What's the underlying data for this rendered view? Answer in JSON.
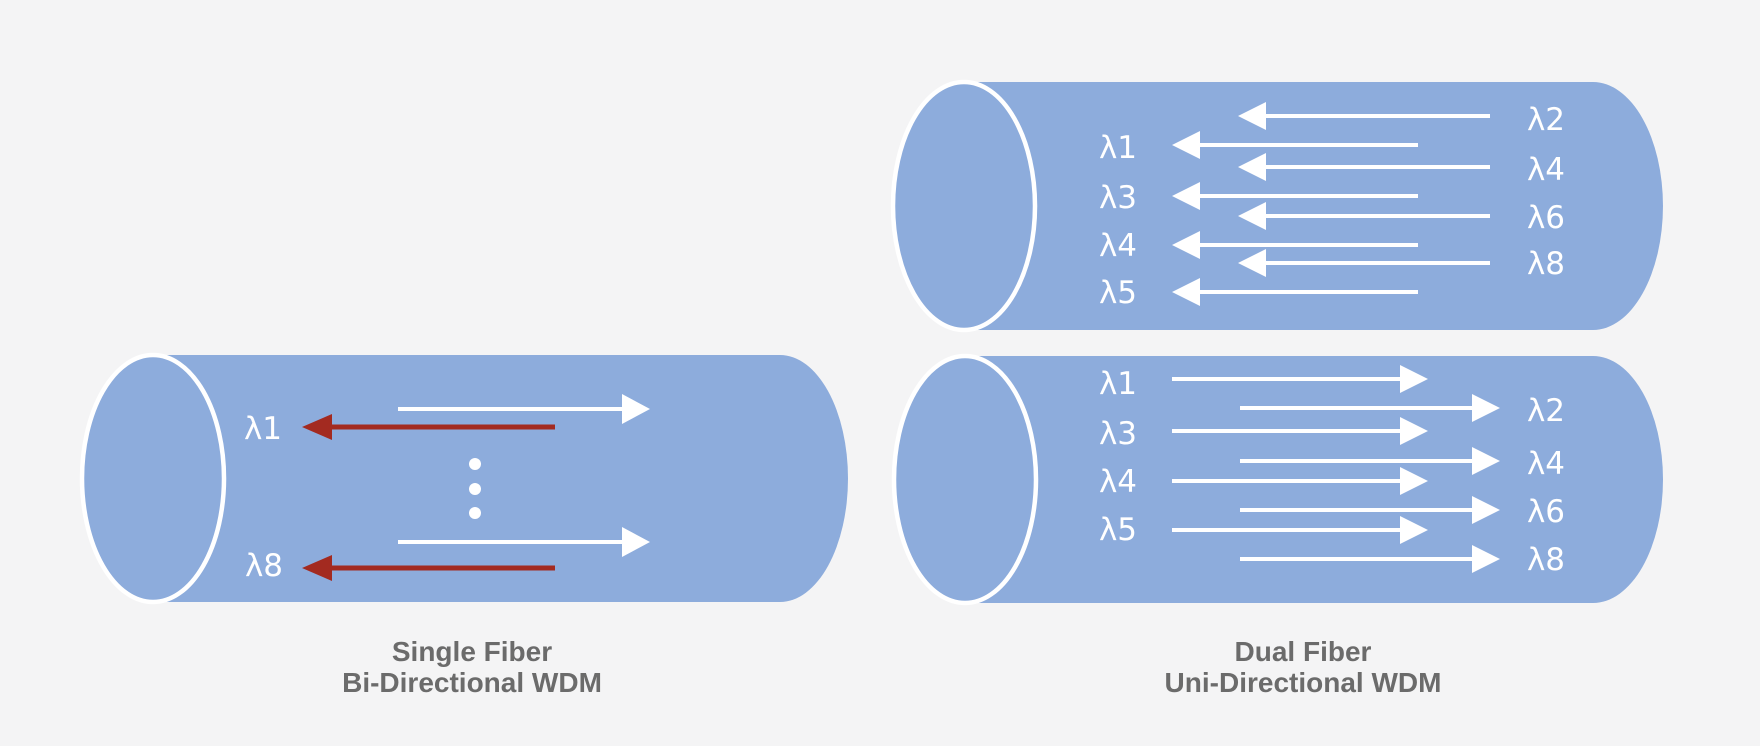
{
  "colors": {
    "background": "#f4f4f5",
    "fiber_blue": "#8dacdc",
    "arrow_white": "#ffffff",
    "arrow_red": "#a32a20",
    "label_white": "#ffffff",
    "caption_gray": "#6b6b6b"
  },
  "single_fiber": {
    "caption": [
      "Single Fiber",
      "Bi-Directional WDM"
    ],
    "top_label": "λ1",
    "bottom_label": "λ8"
  },
  "dual_fiber": {
    "caption": [
      "Dual Fiber",
      "Uni-Directional WDM"
    ],
    "receive_fiber": {
      "left_labels": [
        "λ1",
        "λ3",
        "λ4",
        "λ5"
      ],
      "right_labels": [
        "λ2",
        "λ4",
        "λ6",
        "λ8"
      ]
    },
    "transmit_fiber": {
      "left_labels": [
        "λ1",
        "λ3",
        "λ4",
        "λ5"
      ],
      "right_labels": [
        "λ2",
        "λ4",
        "λ6",
        "λ8"
      ]
    }
  }
}
